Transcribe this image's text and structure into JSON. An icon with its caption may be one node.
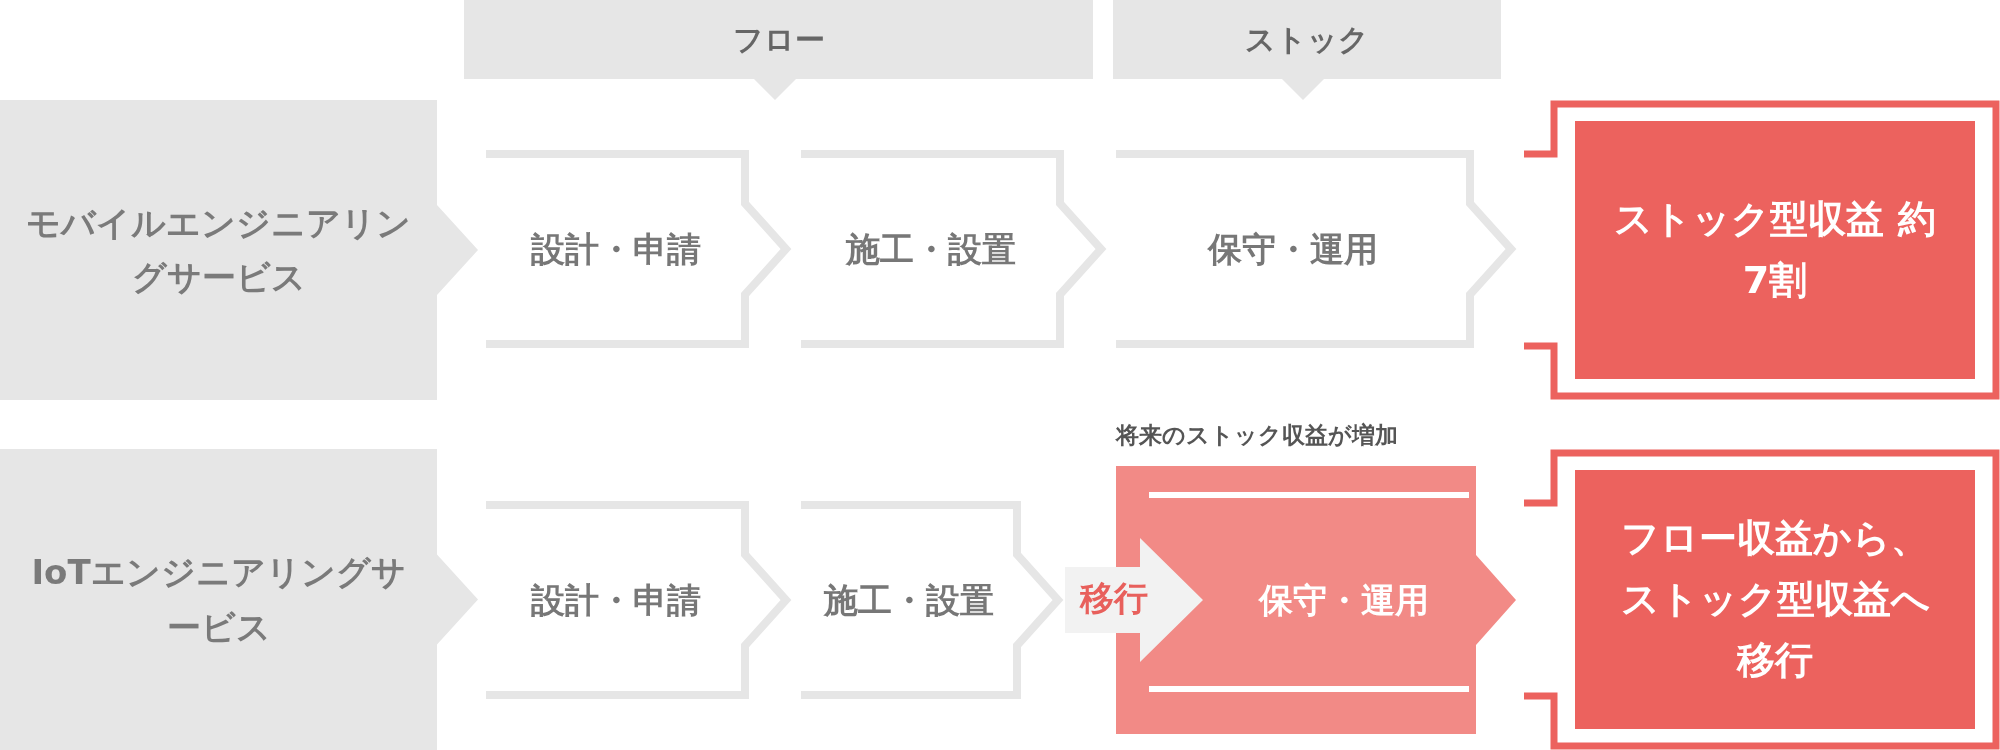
{
  "diagram": {
    "nodes": [
      {
        "text": [
          "フロー"
        ]
      },
      {
        "text": [
          "ストック"
        ]
      },
      {
        "text": [
          "モバイルエンジニアリングサービス"
        ]
      },
      {
        "text": [
          "設計・申請"
        ]
      },
      {
        "text": [
          "施工・設置"
        ]
      },
      {
        "text": [
          "保守・運用"
        ]
      },
      {
        "text": [
          "ストック型収益 約7割"
        ]
      },
      {
        "text": [
          "IoTエンジニアリングサービス"
        ]
      },
      {
        "text": [
          "設計・申請"
        ]
      },
      {
        "text": [
          "施工・設置"
        ]
      },
      {
        "text": [
          "保守・運用"
        ],
        "beside": [
          "将来のストック収益が増加"
        ]
      },
      {
        "text": [
          "フロー収益から、ストック型収益へ移行"
        ]
      }
    ],
    "edges": [
      {
        "from": 9,
        "to": 10,
        "arrow": "to",
        "label": "移行"
      }
    ]
  }
}
